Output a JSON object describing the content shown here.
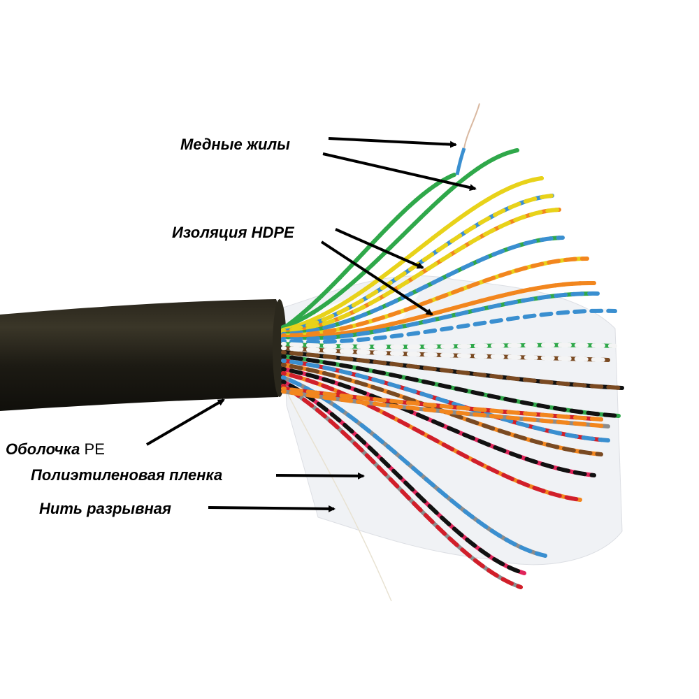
{
  "labels": {
    "copper_conductors": "Медные жилы",
    "insulation": "Изоляция HDPE",
    "sheath_prefix": "Оболочка",
    "sheath_suffix": "PE",
    "film": "Полиэтиленовая пленка",
    "rip_thread": "Нить разрывная"
  },
  "colors": {
    "sheath": "#1e1b14",
    "film": "#eef0f4",
    "wires": [
      "#e8d21a",
      "#f2861e",
      "#3a8fd0",
      "#8a4fb0",
      "#2fa84a",
      "#e0245a",
      "#7a4a22",
      "#111111",
      "#8c8c8c",
      "#f4f4f4",
      "#d11f2a"
    ],
    "arrow": "#000000"
  },
  "icons": [
    "arrow-icon"
  ]
}
